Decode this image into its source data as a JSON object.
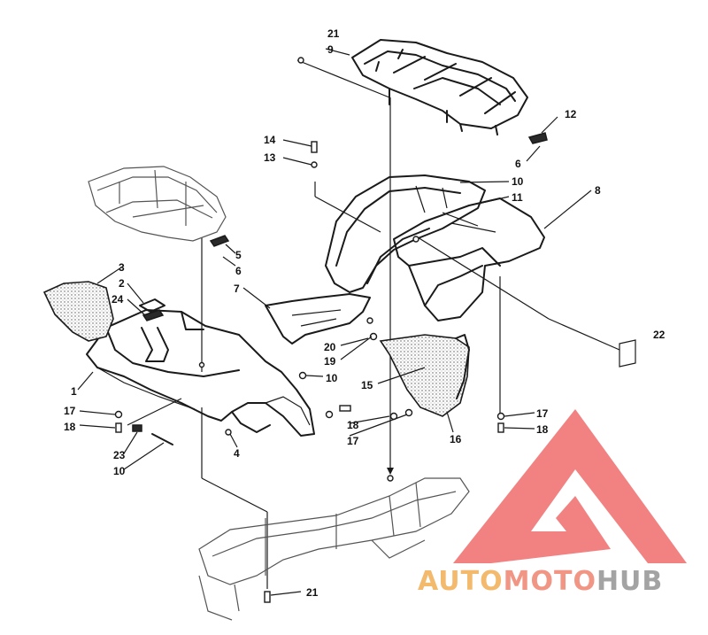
{
  "callouts": [
    "21",
    "9",
    "12",
    "14",
    "13",
    "6",
    "10",
    "11",
    "8",
    "3",
    "5",
    "6",
    "2",
    "24",
    "7",
    "20",
    "19",
    "22",
    "10",
    "15",
    "1",
    "17",
    "18",
    "18",
    "17",
    "17",
    "18",
    "16",
    "23",
    "10",
    "4",
    "21"
  ],
  "logo": {
    "text": "AUTOMOTOHUB",
    "colors": {
      "auto": "#f2b25e",
      "moto": "#f08a78",
      "hub": "#9a9a9a",
      "mark": "#ef5a5a"
    }
  }
}
